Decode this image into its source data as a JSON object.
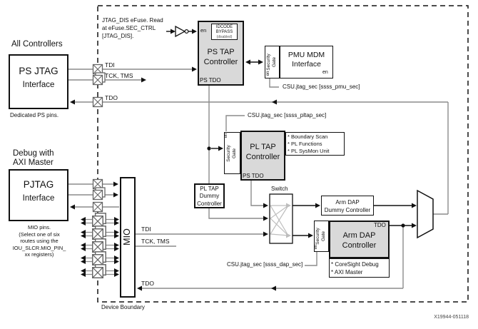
{
  "colors": {
    "block_fill": "#d9d9d9",
    "signal_gray": "#8c8c8c",
    "switch_gray": "#bdbdbd"
  },
  "boundary": {
    "label": "Device Boundary",
    "figure_id": "X19944-051118"
  },
  "signals": {
    "tdi": "TDI",
    "tck_tms": "TCK, TMS",
    "tdo": "TDO"
  },
  "efuse_note": {
    "line1": "JTAG_DIS eFuse. Read",
    "line2": "at eFuse.SEC_CTRL",
    "line3": "[JTAG_DIS]."
  },
  "ps_jtag": {
    "heading": "All Controllers",
    "title": "PS JTAG",
    "subtitle": "Interface",
    "caption": "Dedicated PS pins."
  },
  "pjtag": {
    "heading1": "Debug with",
    "heading2": "AXI Master",
    "title": "PJTAG",
    "subtitle": "Interface",
    "caption1": "MIO pins.",
    "caption2": "(Select one of six",
    "caption3": "routes using the",
    "caption4": "IOU_SLCR.MIO_PIN_",
    "caption5": "xx registers)"
  },
  "mio": {
    "label": "MIO"
  },
  "ps_tap": {
    "en": "en",
    "idcode1": "IDCODE",
    "idcode2": "BYPASS",
    "idcode3": "(disabled)",
    "title": "PS TAP",
    "subtitle": "Controller",
    "tdo": "PS TDO"
  },
  "pmu": {
    "gate1": "Security",
    "gate2": "Gate",
    "gate_en": "en",
    "title": "PMU MDM",
    "subtitle": "Interface",
    "en": "en",
    "csu": "CSU.jtag_sec [ssss_pmu_sec]"
  },
  "pl_tap": {
    "gate1": "Security",
    "gate2": "Gate",
    "gate_en": "en",
    "title": "PL TAP",
    "subtitle": "Controller",
    "tdo": "PS TDO",
    "csu": "CSU.jtag_sec [ssss_pltap_sec]",
    "note1": "* Boundary Scan",
    "note2": "* PL Functions",
    "note3": "* PL SysMon Unit"
  },
  "pl_tap_dummy": {
    "line1": "PL TAP",
    "line2": "Dummy",
    "line3": "Controller"
  },
  "switch": {
    "label": "Switch"
  },
  "arm_dap_dummy": {
    "line1": "Arm DAP",
    "line2": "Dummy Controller"
  },
  "arm_dap": {
    "gate1": "Security",
    "gate2": "Gate",
    "gate_en": "en",
    "tdo": "TDO",
    "title": "Arm DAP",
    "subtitle": "Controller",
    "csu": "CSU.jtag_sec [ssss_dap_sec]",
    "note1": "* CoreSight Debug",
    "note2": "* AXI Master"
  }
}
